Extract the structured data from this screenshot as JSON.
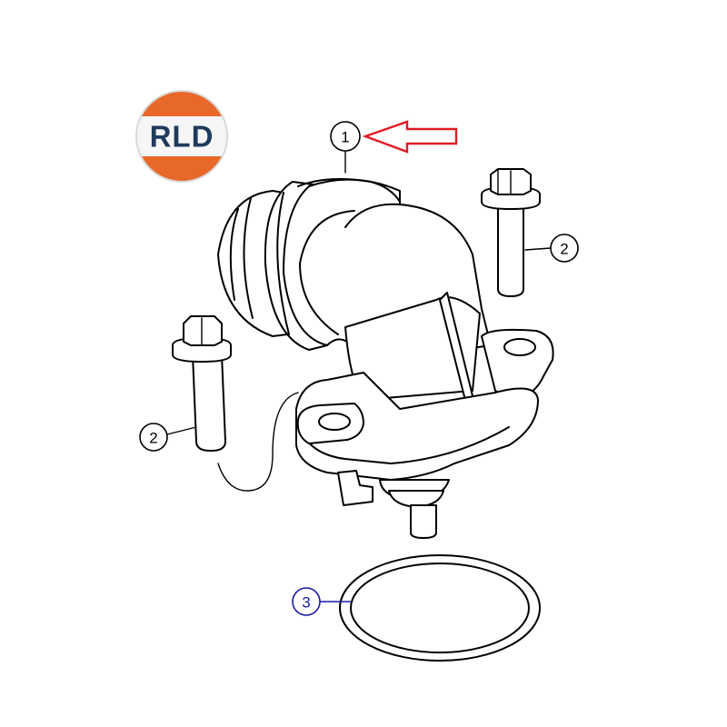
{
  "logo": {
    "text": "RLD",
    "colors": {
      "top": "#f3f3f3",
      "band": "#e8682a",
      "bottom": "#e8682a",
      "text": "#1f3b5c"
    }
  },
  "callouts": [
    {
      "label": "1",
      "part": "thermostat-housing",
      "color": "#000000"
    },
    {
      "label": "2",
      "part": "bolt",
      "color": "#000000"
    },
    {
      "label": "2",
      "part": "bolt",
      "color": "#000000"
    },
    {
      "label": "3",
      "part": "o-ring-seal",
      "color": "#1a1aa8"
    }
  ],
  "indicator": {
    "icon": "arrow-left-icon",
    "color": "#e01b24"
  }
}
